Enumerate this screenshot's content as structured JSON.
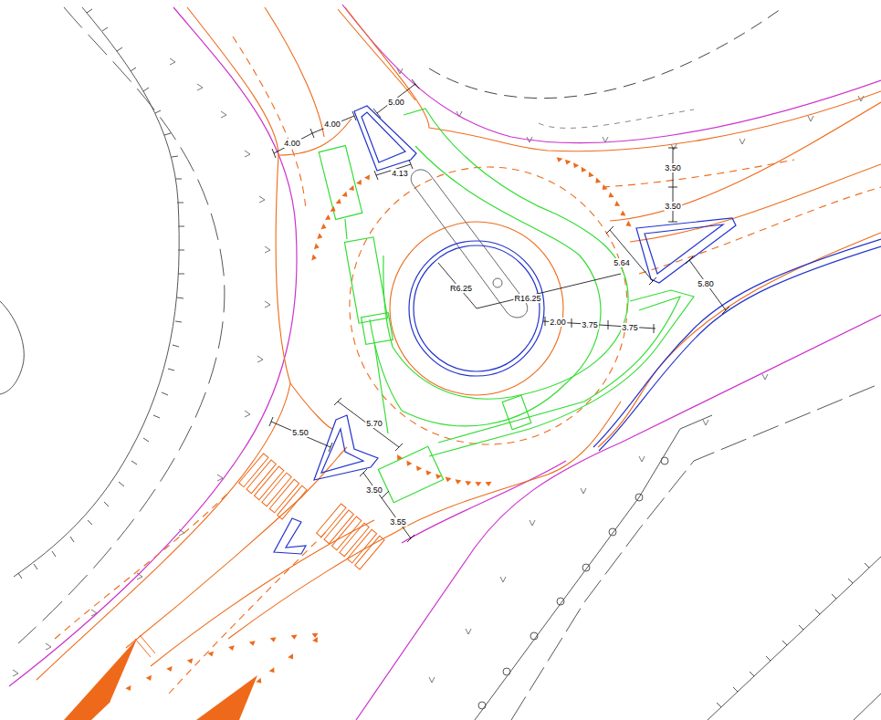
{
  "diagram": {
    "labels": [
      "5.00",
      "4.00",
      "4.00",
      "4.13",
      "3.50",
      "3.50",
      "5.64",
      "5.80",
      "R6.25",
      "R16.25",
      "2.00",
      "3.75",
      "3.75",
      "5.50",
      "5.70",
      "3.50",
      "3.55"
    ]
  }
}
